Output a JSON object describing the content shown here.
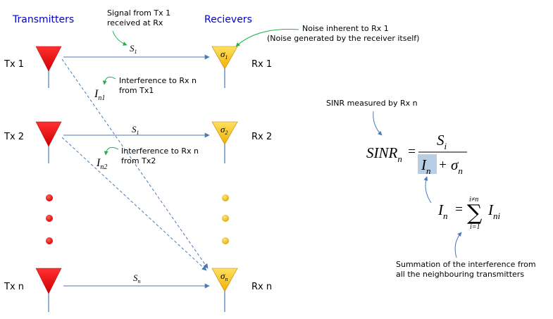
{
  "headers": {
    "transmitters": "Transmitters",
    "receivers": "Recievers"
  },
  "tx_labels": [
    "Tx 1",
    "Tx 2",
    "Tx n"
  ],
  "rx_labels": [
    "Rx 1",
    "Rx 2",
    "Rx n"
  ],
  "rx_noise": [
    {
      "base": "σ",
      "sub": "1"
    },
    {
      "base": "σ",
      "sub": "2"
    },
    {
      "base": "σ",
      "sub": "n"
    }
  ],
  "signals": [
    {
      "base": "S",
      "sub": "1"
    },
    {
      "base": "S",
      "sub": "1"
    },
    {
      "base": "S",
      "sub": "n"
    }
  ],
  "interferences": [
    {
      "base": "I",
      "sub": "n1"
    },
    {
      "base": "I",
      "sub": "n2"
    }
  ],
  "annotations": {
    "signal_line1": "Signal from Tx 1",
    "signal_line2": "received at Rx",
    "noise_line1": "Noise inherent to Rx 1",
    "noise_line2": "(Noise generated by the receiver itself)",
    "interf1_line1": "Interference to Rx n",
    "interf1_line2": "from Tx1",
    "interf2_line1": "Interference to Rx n",
    "interf2_line2": "from Tx2",
    "sinr_caption": "SINR measured by Rx n",
    "sum_line1": "Summation of the interference from",
    "sum_line2": "all the neighbouring transmitters"
  },
  "formula": {
    "sinr": "SINR",
    "sinr_sub": "n",
    "eq": "=",
    "num": "S",
    "num_sub": "i",
    "den_i": "I",
    "den_i_sub": "n",
    "plus": "+",
    "den_sigma": "σ",
    "den_sigma_sub": "n",
    "in": "I",
    "in_sub": "n",
    "eq2": "=",
    "sum_upper": "i≠n",
    "sum_lower": "i=1",
    "sum_symbol": "∑",
    "ini": "I",
    "ini_sub": "ni"
  },
  "colors": {
    "header": "#0000cc",
    "tx_fill": "#ff0000",
    "rx_fill": "#ffcc00",
    "arrow": "#4a7ab5",
    "callout": "#22b14c",
    "callout_blue": "#4a7ab5",
    "highlight": "#b8cce4"
  }
}
